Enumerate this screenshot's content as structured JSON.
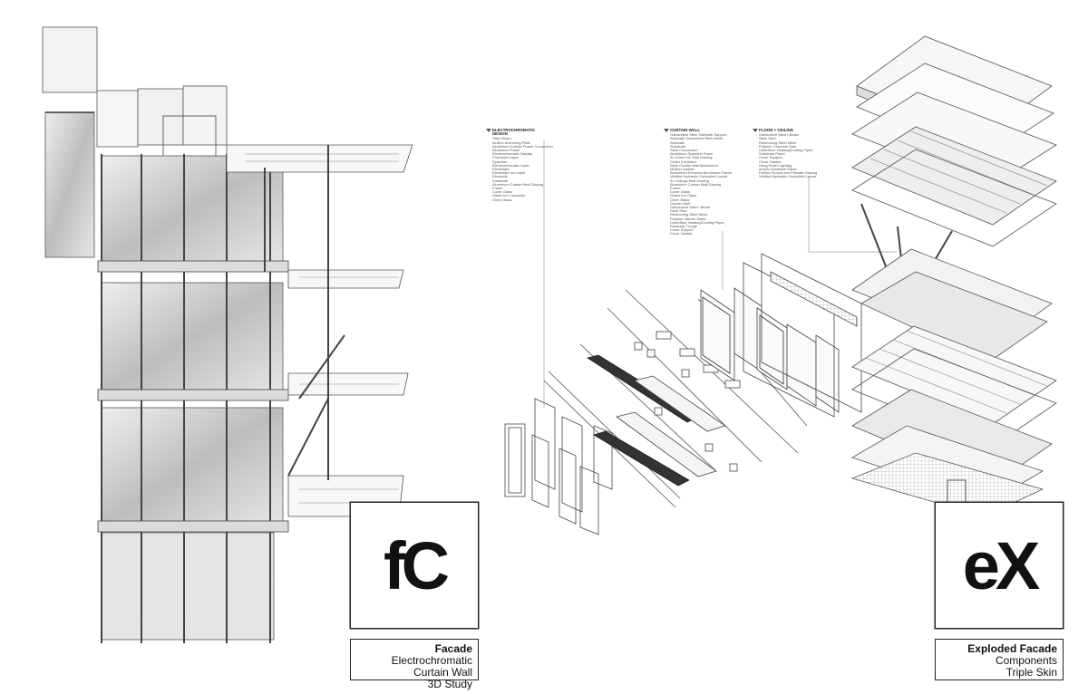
{
  "left_badge": {
    "mark": "fC"
  },
  "left_caption": {
    "title": "Facade",
    "line1": "Electrochromatic Curtain Wall",
    "line2": "3D Study"
  },
  "right_badge": {
    "mark": "eX"
  },
  "right_caption": {
    "title": "Exploded Facade",
    "line1": "Components",
    "line2": "Triple Skin"
  },
  "legends": [
    {
      "heading": "ELECTROCHROMATIC DESIGN",
      "items": [
        "Steel Beam",
        "Mullion Anchoring Plate",
        "Aluminium Curtain Frame Connection",
        "Aluminium Panel",
        "Electrochromatic Display",
        "Protective Layer",
        "Spandrel",
        "Electrochromatic Layer",
        "Electrolyte",
        "Electrolyte Ion Layer",
        "Electrode",
        "Substrate",
        "Aluminium Curtain Wall Glazing",
        "Frame",
        "Cover Glass",
        "Glass Ion Conductor",
        "Outer Glass"
      ]
    },
    {
      "heading": "CURTAIN WALL",
      "items": [
        "Galvanized Steel Sidewalk Support",
        "Sidewalk Galvanized Steel Mesh",
        "Sidewalk",
        "Substrate",
        "Steel Connection",
        "Aluminium Spandrel Panel",
        "3x 10mm Int. Wall Glazing",
        "Gutter Insulation",
        "Steel Curtain Wall Attachment",
        "Mullion Gasket",
        "Aluminium Extruded Aluminium Frame",
        "Vitrified Hydraulic Controlled Louver",
        "3x Ceilings Wall Glazing",
        "Aluminium Curtain Wall Glazing",
        "Frame",
        "Cover Glass",
        "Gutter Ion Glass",
        "Outer Glass",
        "Curtain Wall",
        "Galvanized Steel I Beam",
        "Steel Stud",
        "Reinforcing Steel Mesh",
        "Polymer Interior Slabs",
        "Underfloor Heating/Cooling Pipes",
        "Raceway Trough",
        "Cover Support",
        "Cover Gasket"
      ]
    },
    {
      "heading": "FLOOR + CEILING",
      "items": [
        "Galvanized Steel I-Beam",
        "Steel Stud",
        "Reinforcing Steel Mesh",
        "Polymer Concrete Slab",
        "Underfloor Heating/Cooling Pipes",
        "Substrate Panel",
        "Cover Support",
        "Cover Gasket",
        "Hung Panel Lighting",
        "Acrylic Sandwich Panel",
        "Painted Sound and Firesafe Glazing",
        "Vitrified Hydraulic Controlled Louver"
      ]
    }
  ]
}
